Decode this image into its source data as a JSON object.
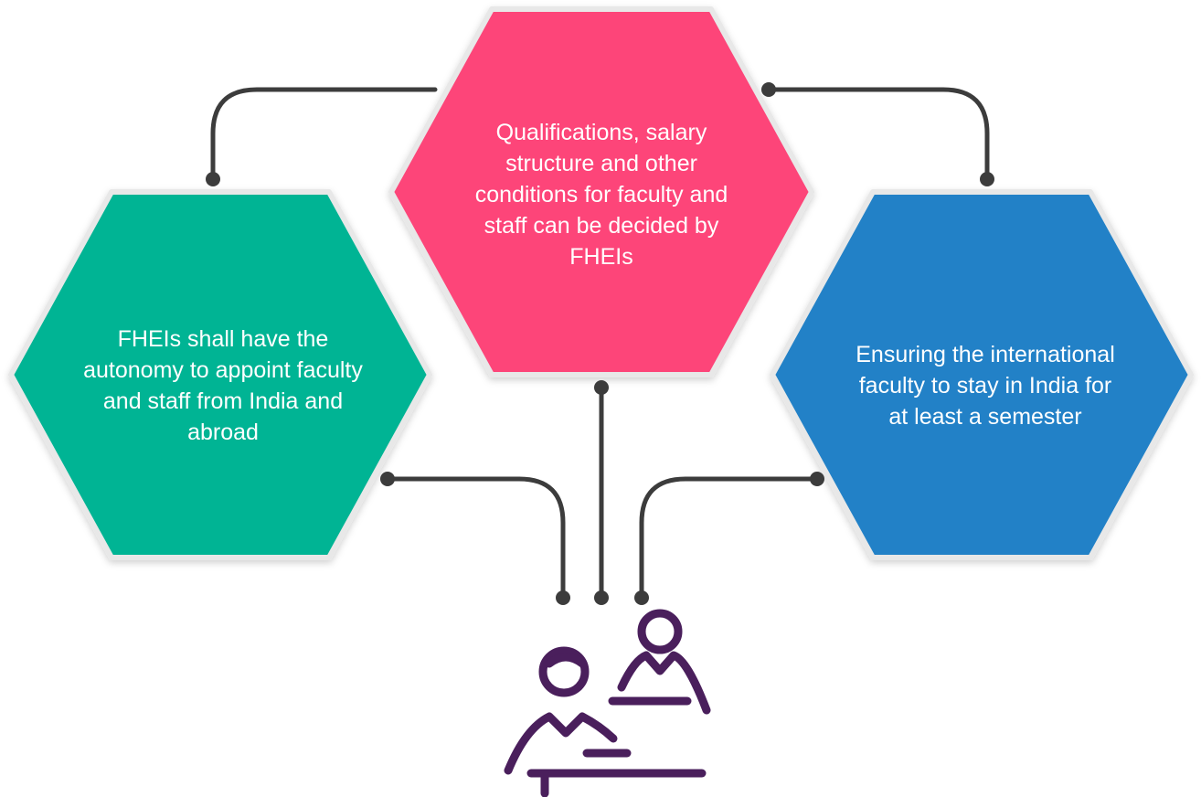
{
  "colors": {
    "center_hex": "#fd4479",
    "left_hex": "#00b494",
    "right_hex": "#2181c7",
    "hex_border": "#e8e8e8",
    "connector": "#3c3c3c",
    "icon": "#4a1f5c"
  },
  "nodes": {
    "center": {
      "text": "Qualifications, salary structure and other conditions for faculty and staff can be decided by FHEIs"
    },
    "left": {
      "text": "FHEIs shall have the autonomy to appoint faculty and staff from India and abroad"
    },
    "right": {
      "text": "Ensuring the international faculty to stay in India for at least a semester"
    }
  },
  "icon": {
    "name": "faculty-people-icon"
  }
}
